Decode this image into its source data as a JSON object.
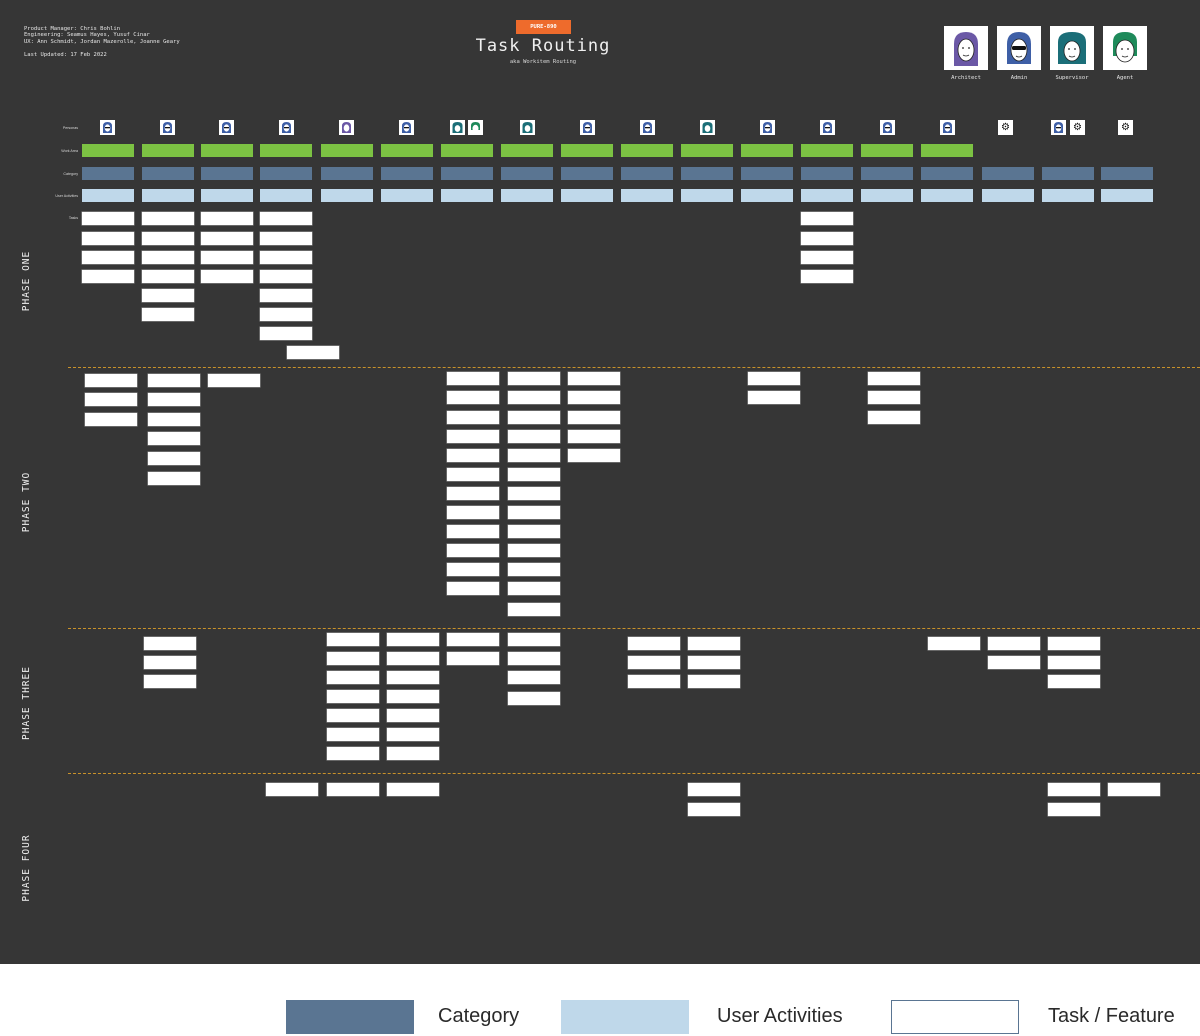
{
  "header": {
    "meta_lines": [
      "Product Manager: Chris Bohlin",
      "Engineering: Seamus Hayes, Yusuf Cinar",
      "UX: Ann Schmidt, Jordan Mazerolle, Joanne Geary"
    ],
    "last_updated": "Last Updated: 17 Feb 2022",
    "ticket": "PURE-890",
    "title": "Task Routing",
    "subtitle": "aka Workitem Routing"
  },
  "personas": [
    {
      "name": "Architect",
      "color": "#6b58a6"
    },
    {
      "name": "Admin",
      "color": "#3e5fa6"
    },
    {
      "name": "Supervisor",
      "color": "#1b6e78"
    },
    {
      "name": "Agent",
      "color": "#1e8a5a"
    }
  ],
  "row_labels": {
    "personas": "Personas",
    "work_area": "Work Area",
    "category": "Category",
    "user_activities": "User Activities",
    "tasks": "Tasks"
  },
  "phases": [
    "PHASE ONE",
    "PHASE TWO",
    "PHASE THREE",
    "PHASE FOUR"
  ],
  "legend": {
    "category": "Category",
    "user_activities": "User Activities",
    "task_feature": "Task / Feature",
    "colors": {
      "category": "#5a7592",
      "user_activities": "#bfd8ea",
      "task_feature": "#ffffff"
    }
  }
}
